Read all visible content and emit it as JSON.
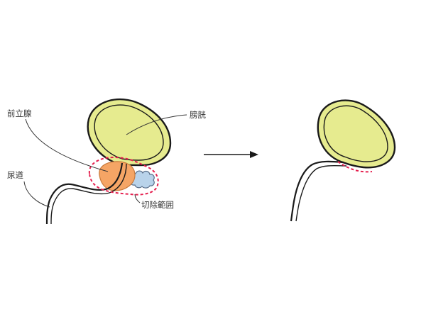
{
  "labels": {
    "prostate": "前立腺",
    "bladder": "膀胱",
    "urethra": "尿道",
    "resection_area": "切除範囲"
  },
  "colors": {
    "bladder_fill": "#e6eb8f",
    "prostate_fill": "#f5a565",
    "seminal_vesicle_fill": "#b9d3ea",
    "dashed_outline": "#e5204f",
    "outline": "#1a1a1a",
    "leader_line": "#333333"
  },
  "icons": {
    "arrow": "right-arrow-icon"
  }
}
